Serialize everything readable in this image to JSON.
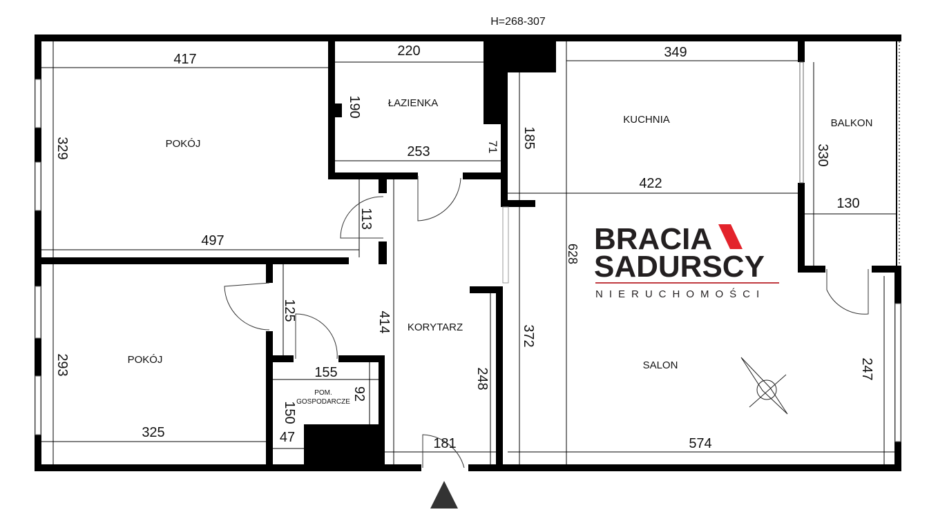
{
  "header": {
    "height_label": "H=268-307"
  },
  "rooms": [
    {
      "id": "pokoj-1",
      "label": "POKÓJ"
    },
    {
      "id": "lazienka",
      "label": "ŁAZIENKA"
    },
    {
      "id": "kuchnia",
      "label": "KUCHNIA"
    },
    {
      "id": "balkon",
      "label": "BALKON"
    },
    {
      "id": "pokoj-2",
      "label": "POKÓJ"
    },
    {
      "id": "korytarz",
      "label": "KORYTARZ"
    },
    {
      "id": "salon",
      "label": "SALON"
    },
    {
      "id": "pom-gospodarcze",
      "label": "POM.",
      "label2": "GOSPODARCZE"
    }
  ],
  "dimensions": [
    "417",
    "329",
    "497",
    "220",
    "190",
    "253",
    "71",
    "349",
    "185",
    "422",
    "330",
    "130",
    "113",
    "628",
    "125",
    "414",
    "293",
    "155",
    "92",
    "150",
    "47",
    "325",
    "248",
    "181",
    "372",
    "574",
    "247"
  ],
  "logo": {
    "line1": "BRACIA",
    "line2": "SADURSCY",
    "tagline": "NIERUCHOMOŚCI",
    "accent_color": "#e3232b",
    "text_color": "#231f20"
  },
  "entrance_marker": "entrance-arrow-icon"
}
